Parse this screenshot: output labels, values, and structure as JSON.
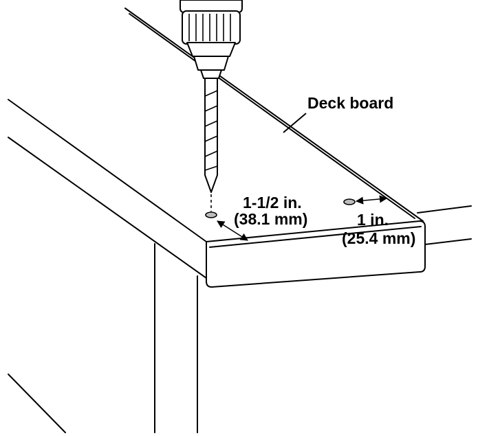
{
  "labels": {
    "deck_board": "Deck board",
    "dim1_line1": "1-1/2 in.",
    "dim1_line2": "(38.1 mm)",
    "dim2_line1": "1 in.",
    "dim2_line2": "(25.4 mm)"
  },
  "colors": {
    "line": "#000000",
    "background": "#ffffff",
    "hole_fill": "#bdbdbd"
  }
}
